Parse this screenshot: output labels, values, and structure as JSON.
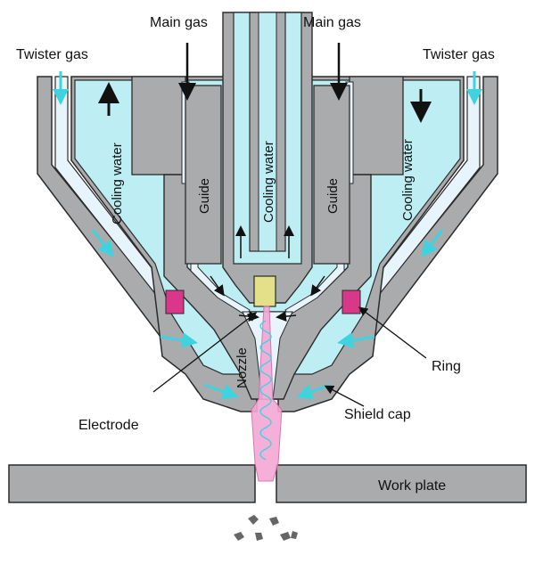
{
  "labels": {
    "main_gas_left": "Main gas",
    "main_gas_right": "Main gas",
    "twister_gas_left": "Twister gas",
    "twister_gas_right": "Twister gas",
    "cooling_water_left": "Cooling water",
    "cooling_water_center": "Cooling water",
    "cooling_water_right": "Cooling water",
    "guide_left": "Guide",
    "guide_right": "Guide",
    "nozzle": "Nozzle",
    "electrode": "Electrode",
    "ring": "Ring",
    "shield_cap": "Shield cap",
    "work_plate": "Work plate"
  },
  "colors": {
    "body_gray": "#a9abad",
    "outline": "#2b2b2b",
    "water": "#bdeef3",
    "gas_lane": "#e8f4fb",
    "gas_arrow": "#3fd3e0",
    "ring_pink": "#d9378a",
    "electrode_tip": "#e4e08a",
    "arc_pink": "#f3a8d4",
    "plate": "#a9abad"
  }
}
